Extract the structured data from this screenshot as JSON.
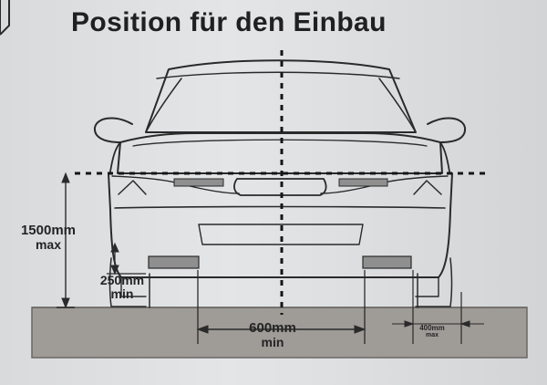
{
  "title": "Position für den Einbau",
  "labels": {
    "height_max": {
      "value": "1500mm",
      "suffix": "max"
    },
    "height_min": {
      "value": "250mm",
      "suffix": "min"
    },
    "spacing_min": {
      "value": "600mm",
      "suffix": "min"
    },
    "edge_max": {
      "value": "400mm",
      "suffix": "max"
    }
  },
  "colors": {
    "ink": "#2a2a2a",
    "ground": "#9f9b97",
    "ground_edge": "#6a6765",
    "sensor": "#8f8f8f",
    "page": "#e1e2e4"
  }
}
